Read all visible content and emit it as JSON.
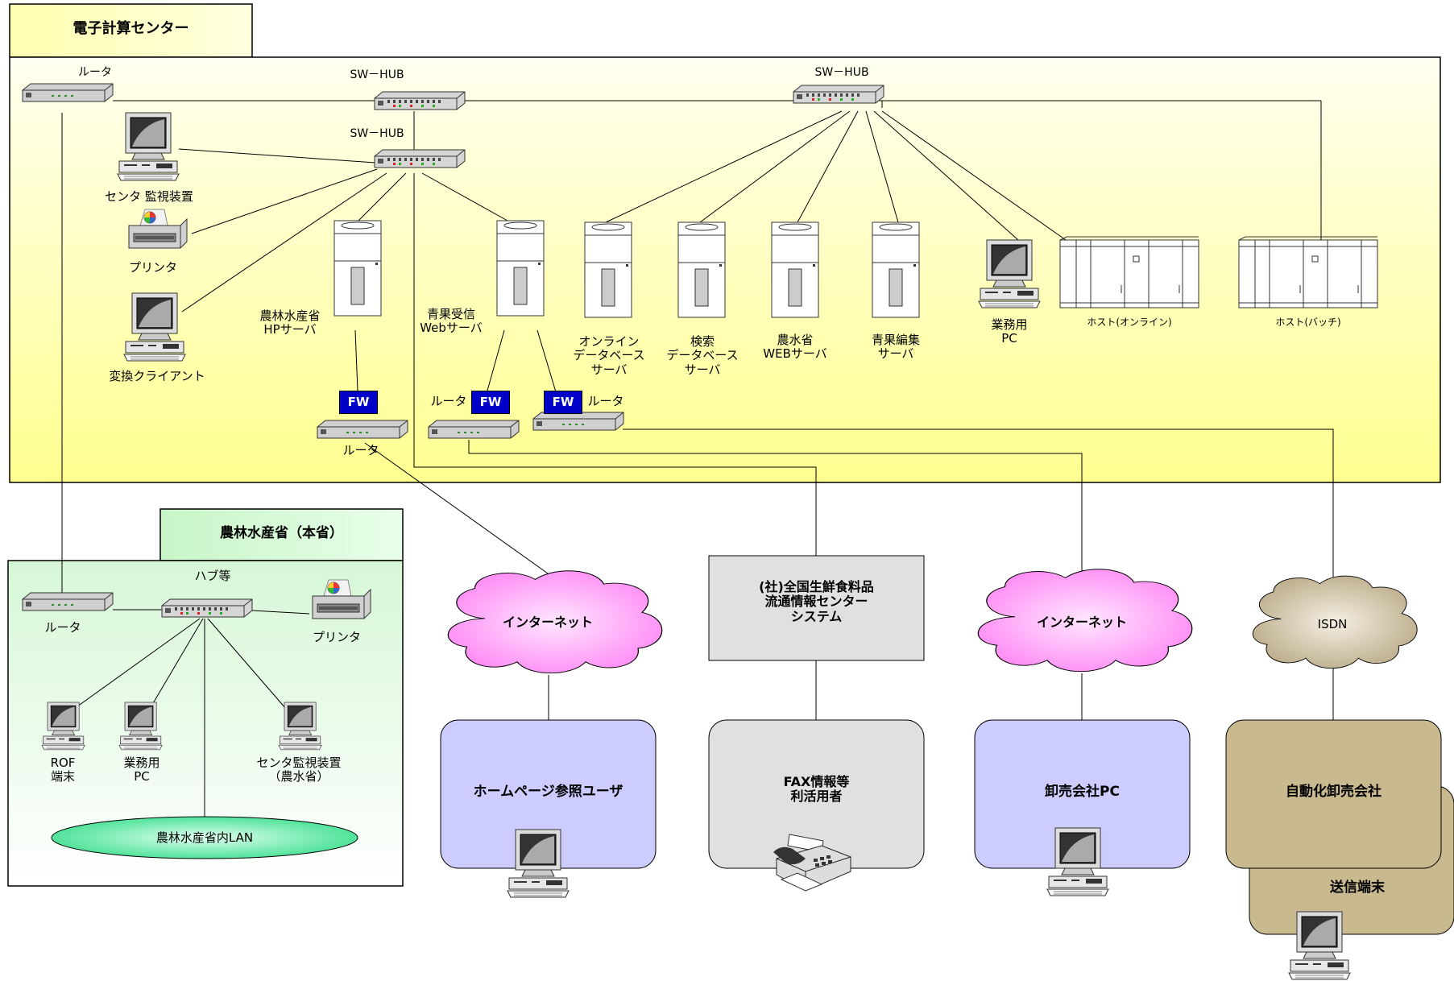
{
  "center": {
    "title": "電子計算センター"
  },
  "maff": {
    "title": "農林水産省（本省）"
  },
  "labels": {
    "router_top": "ルータ",
    "swhub_1": "SW－HUB",
    "swhub_2": "SW－HUB",
    "swhub_3": "SW－HUB",
    "center_monitor": "センタ 監視装置",
    "printer": "プリンタ",
    "convert_client": "変換クライアント",
    "hp_server": "農林水産省\nHPサーバ",
    "web_recv_server": "青果受信\nWebサーバ",
    "online_db": "オンライン\nデータベース\nサーバ",
    "search_db": "検索\nデータベース\nサーバ",
    "maff_web": "農水省\nWEBサーバ",
    "veg_edit": "青果編集\nサーバ",
    "business_pc": "業務用\nPC",
    "host_online": "ホスト(オンライン)",
    "host_batch": "ホスト(バッチ)",
    "router_fw1": "ルータ",
    "router_fw2": "ルータ",
    "router_fw3": "ルータ",
    "fw": "FW"
  },
  "maff_labels": {
    "router": "ルータ",
    "hub": "ハブ等",
    "printer": "プリンタ",
    "rof": "ROF\n端末",
    "business_pc": "業務用\nPC",
    "monitor": "センタ監視装置\n（農水省）",
    "lan": "農林水産省内LAN"
  },
  "external": {
    "internet1": "インターネット",
    "internet2": "インターネット",
    "isdn": "ISDN",
    "zenkoku": "(社)全国生鮮食料品\n流通情報センター\nシステム",
    "hp_user": "ホームページ参照ユーザ",
    "fax_user": "FAX情報等\n利活用者",
    "wholesale_pc": "卸売会社PC",
    "auto_wholesale": "自動化卸売会社",
    "send_terminal": "送信端末"
  },
  "colors": {
    "center_bg": "#ffffc8",
    "maff_bg": "#c8f5c8",
    "cloud_pink": "#ff99ff",
    "cloud_isdn": "#c8b89a",
    "user_box": "#ccccff",
    "gray_box": "#e0e0e0",
    "auto_box": "#c8b98e",
    "lan_oval": "#66e6a0",
    "fw_blue": "#0000c8"
  }
}
